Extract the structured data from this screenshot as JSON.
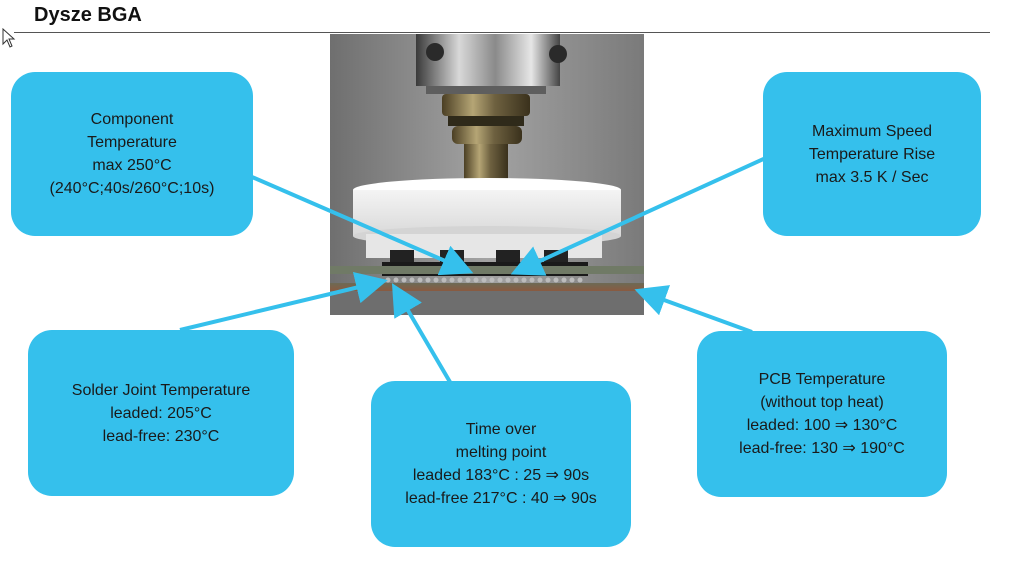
{
  "header": {
    "title": "Dysze BGA"
  },
  "colors": {
    "box_fill": "#35c0ec",
    "arrow": "#35c0ec",
    "text": "#1a1a1a"
  },
  "boxes": {
    "component": {
      "lines": [
        "Component",
        "Temperature",
        "max 250°C",
        "(240°C;40s/260°C;10s)"
      ]
    },
    "speed": {
      "lines": [
        "Maximum Speed",
        "Temperature Rise",
        "max 3.5 K / Sec"
      ]
    },
    "solder": {
      "lines": [
        "Solder Joint Temperature",
        "leaded: 205°C",
        "lead-free: 230°C"
      ]
    },
    "time": {
      "lines": [
        "Time over",
        "melting point",
        "leaded 183°C : 25 ⇒ 90s",
        "lead-free 217°C : 40 ⇒ 90s"
      ]
    },
    "pcb": {
      "lines": [
        "PCB  Temperature",
        "(without top heat)",
        "leaded: 100 ⇒ 130°C",
        "lead-free: 130 ⇒ 190°C"
      ]
    }
  }
}
